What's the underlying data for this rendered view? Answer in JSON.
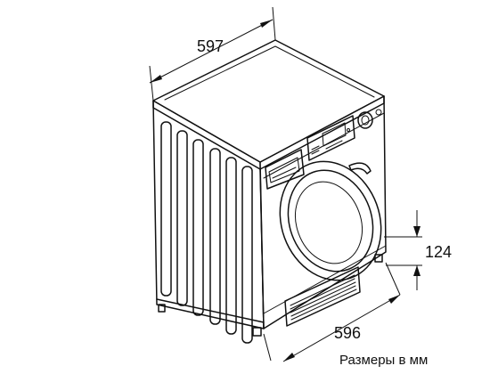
{
  "dimensions": {
    "depth": "597",
    "plinth_height": "124",
    "width": "596"
  },
  "caption": "Размеры в мм",
  "icons": {
    "machine": "washing-machine-icon",
    "door": "porthole-door-icon",
    "knob": "program-knob-icon",
    "drawer": "detergent-drawer-icon"
  }
}
